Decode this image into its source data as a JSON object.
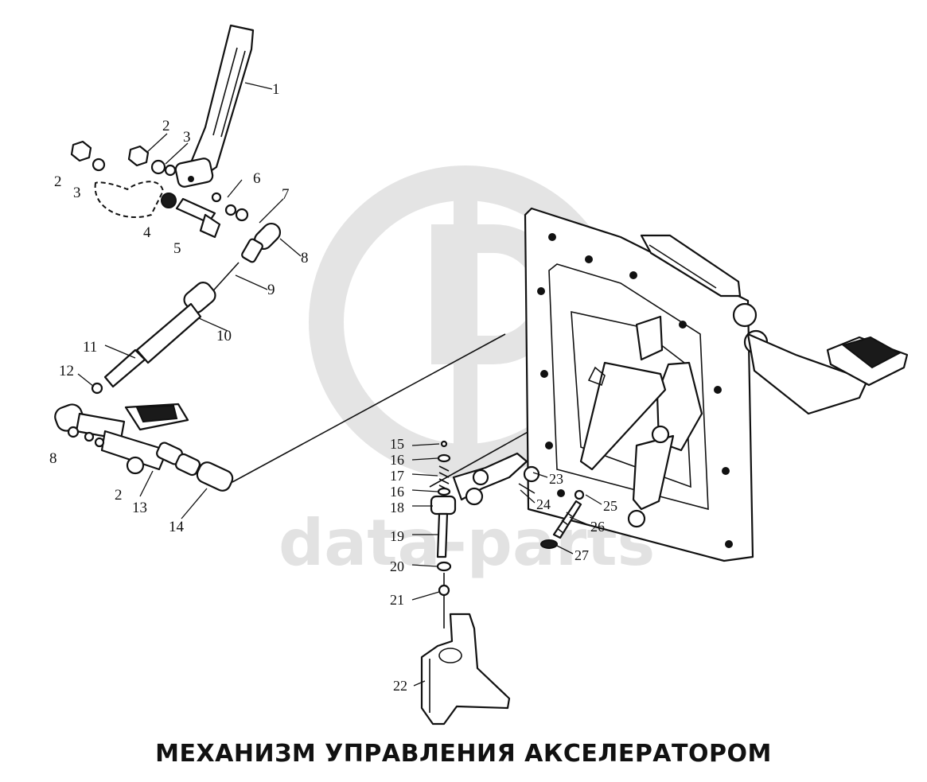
{
  "watermark": {
    "text": "data-parts",
    "color": "#d9d9d9"
  },
  "caption": "МЕХАНИЗМ УПРАВЛЕНИЯ АКСЕЛЕРАТОРОМ",
  "callouts": {
    "c1": "1",
    "c2a": "2",
    "c2b": "2",
    "c2c": "2",
    "c3a": "3",
    "c3b": "3",
    "c4": "4",
    "c5": "5",
    "c6": "6",
    "c7": "7",
    "c8a": "8",
    "c8b": "8",
    "c9": "9",
    "c10": "10",
    "c11": "11",
    "c12": "12",
    "c13": "13",
    "c14": "14",
    "c15": "15",
    "c16a": "16",
    "c16b": "16",
    "c17": "17",
    "c18": "18",
    "c19": "19",
    "c20": "20",
    "c21": "21",
    "c22": "22",
    "c23": "23",
    "c24": "24",
    "c25": "25",
    "c26": "26",
    "c27": "27"
  }
}
